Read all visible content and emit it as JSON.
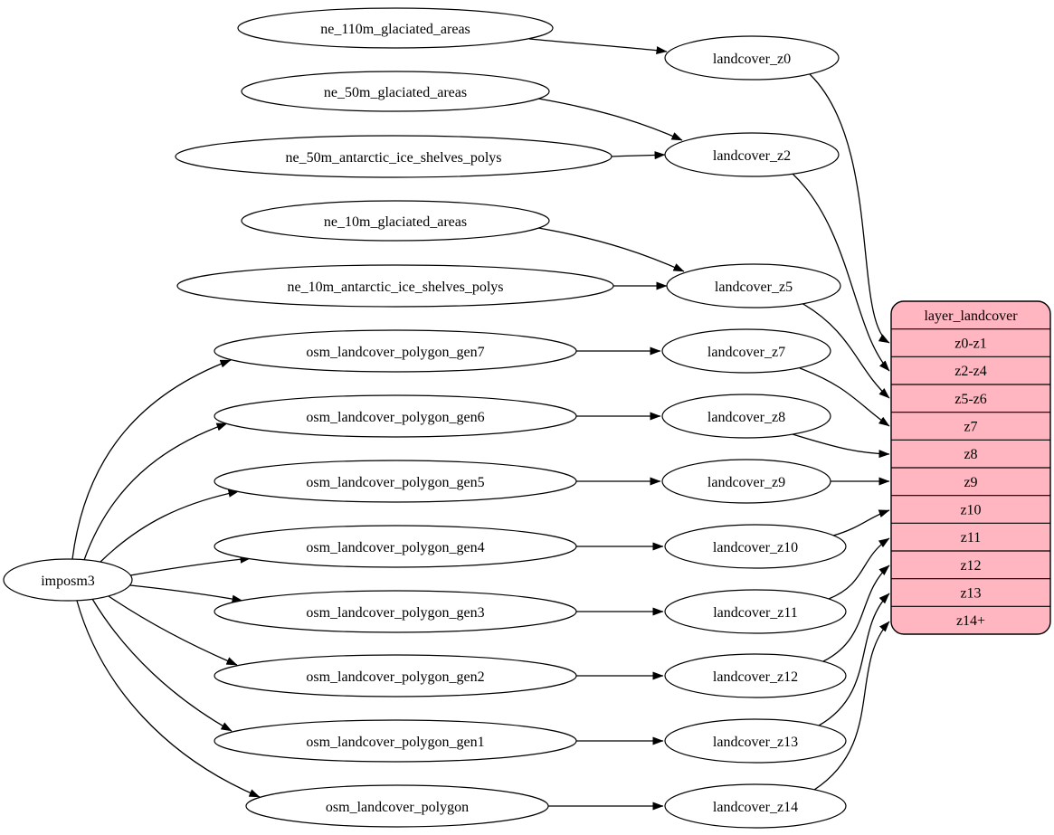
{
  "diagram_type": "etl-dependency-graph",
  "colors": {
    "background": "#ffffff",
    "node_fill": "#ffffff",
    "edge_stroke": "#000000",
    "text": "#000000",
    "record_fill": "#ffb6c1",
    "record_stroke": "#000000"
  },
  "nodes": {
    "imposm3": "imposm3",
    "ne_110m_glaciated_areas": "ne_110m_glaciated_areas",
    "ne_50m_glaciated_areas": "ne_50m_glaciated_areas",
    "ne_50m_antarctic_ice_shelves_polys": "ne_50m_antarctic_ice_shelves_polys",
    "ne_10m_glaciated_areas": "ne_10m_glaciated_areas",
    "ne_10m_antarctic_ice_shelves_polys": "ne_10m_antarctic_ice_shelves_polys",
    "osm_landcover_polygon_gen7": "osm_landcover_polygon_gen7",
    "osm_landcover_polygon_gen6": "osm_landcover_polygon_gen6",
    "osm_landcover_polygon_gen5": "osm_landcover_polygon_gen5",
    "osm_landcover_polygon_gen4": "osm_landcover_polygon_gen4",
    "osm_landcover_polygon_gen3": "osm_landcover_polygon_gen3",
    "osm_landcover_polygon_gen2": "osm_landcover_polygon_gen2",
    "osm_landcover_polygon_gen1": "osm_landcover_polygon_gen1",
    "osm_landcover_polygon": "osm_landcover_polygon",
    "landcover_z0": "landcover_z0",
    "landcover_z2": "landcover_z2",
    "landcover_z5": "landcover_z5",
    "landcover_z7": "landcover_z7",
    "landcover_z8": "landcover_z8",
    "landcover_z9": "landcover_z9",
    "landcover_z10": "landcover_z10",
    "landcover_z11": "landcover_z11",
    "landcover_z12": "landcover_z12",
    "landcover_z13": "landcover_z13",
    "landcover_z14": "landcover_z14"
  },
  "record": {
    "title": "layer_landcover",
    "rows": [
      "z0-z1",
      "z2-z4",
      "z5-z6",
      "z7",
      "z8",
      "z9",
      "z10",
      "z11",
      "z12",
      "z13",
      "z14+"
    ]
  },
  "edges": [
    [
      "ne_110m_glaciated_areas",
      "landcover_z0"
    ],
    [
      "ne_50m_glaciated_areas",
      "landcover_z2"
    ],
    [
      "ne_50m_antarctic_ice_shelves_polys",
      "landcover_z2"
    ],
    [
      "ne_10m_glaciated_areas",
      "landcover_z5"
    ],
    [
      "ne_10m_antarctic_ice_shelves_polys",
      "landcover_z5"
    ],
    [
      "imposm3",
      "osm_landcover_polygon_gen7"
    ],
    [
      "imposm3",
      "osm_landcover_polygon_gen6"
    ],
    [
      "imposm3",
      "osm_landcover_polygon_gen5"
    ],
    [
      "imposm3",
      "osm_landcover_polygon_gen4"
    ],
    [
      "imposm3",
      "osm_landcover_polygon_gen3"
    ],
    [
      "imposm3",
      "osm_landcover_polygon_gen2"
    ],
    [
      "imposm3",
      "osm_landcover_polygon_gen1"
    ],
    [
      "imposm3",
      "osm_landcover_polygon"
    ],
    [
      "osm_landcover_polygon_gen7",
      "landcover_z7"
    ],
    [
      "osm_landcover_polygon_gen6",
      "landcover_z8"
    ],
    [
      "osm_landcover_polygon_gen5",
      "landcover_z9"
    ],
    [
      "osm_landcover_polygon_gen4",
      "landcover_z10"
    ],
    [
      "osm_landcover_polygon_gen3",
      "landcover_z11"
    ],
    [
      "osm_landcover_polygon_gen2",
      "landcover_z12"
    ],
    [
      "osm_landcover_polygon_gen1",
      "landcover_z13"
    ],
    [
      "osm_landcover_polygon",
      "landcover_z14"
    ],
    [
      "landcover_z0",
      "layer_landcover:z0-z1"
    ],
    [
      "landcover_z2",
      "layer_landcover:z2-z4"
    ],
    [
      "landcover_z5",
      "layer_landcover:z5-z6"
    ],
    [
      "landcover_z7",
      "layer_landcover:z7"
    ],
    [
      "landcover_z8",
      "layer_landcover:z8"
    ],
    [
      "landcover_z9",
      "layer_landcover:z9"
    ],
    [
      "landcover_z10",
      "layer_landcover:z10"
    ],
    [
      "landcover_z11",
      "layer_landcover:z11"
    ],
    [
      "landcover_z12",
      "layer_landcover:z12"
    ],
    [
      "landcover_z13",
      "layer_landcover:z13"
    ],
    [
      "landcover_z14",
      "layer_landcover:z14+"
    ]
  ]
}
